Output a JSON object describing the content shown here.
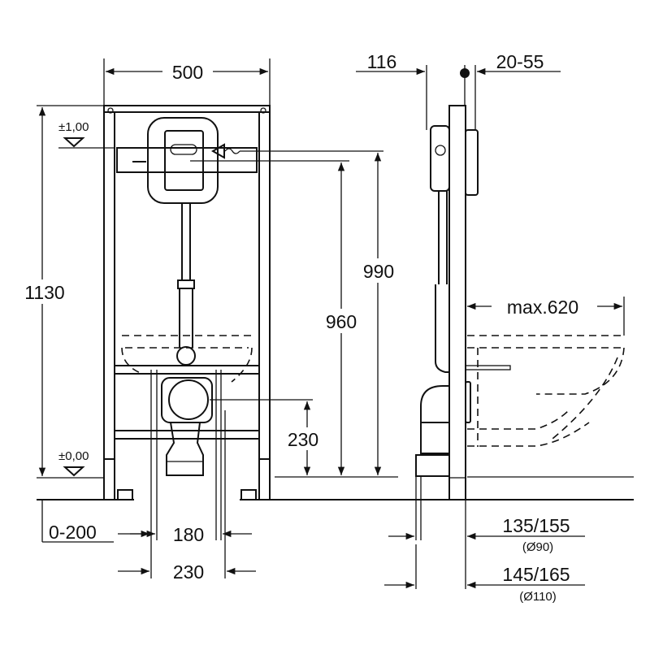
{
  "front_view": {
    "width_label": "500",
    "height_label": "1130",
    "level_top_label": "±1,00",
    "level_bottom_label": "±0,00",
    "flush_height_label": "990",
    "actuator_height_label": "960",
    "outlet_height_label": "230",
    "foot_range_label": "0-200",
    "bolt_spacing_label": "180",
    "bolt_spacing_outer_label": "230"
  },
  "side_view": {
    "depth_label": "116",
    "wall_offset_label": "20-55",
    "bowl_projection_label": "max.620",
    "outlet_small_label": "135/155",
    "outlet_small_diameter": "(Ø90)",
    "outlet_large_label": "145/165",
    "outlet_large_diameter": "(Ø110)"
  }
}
